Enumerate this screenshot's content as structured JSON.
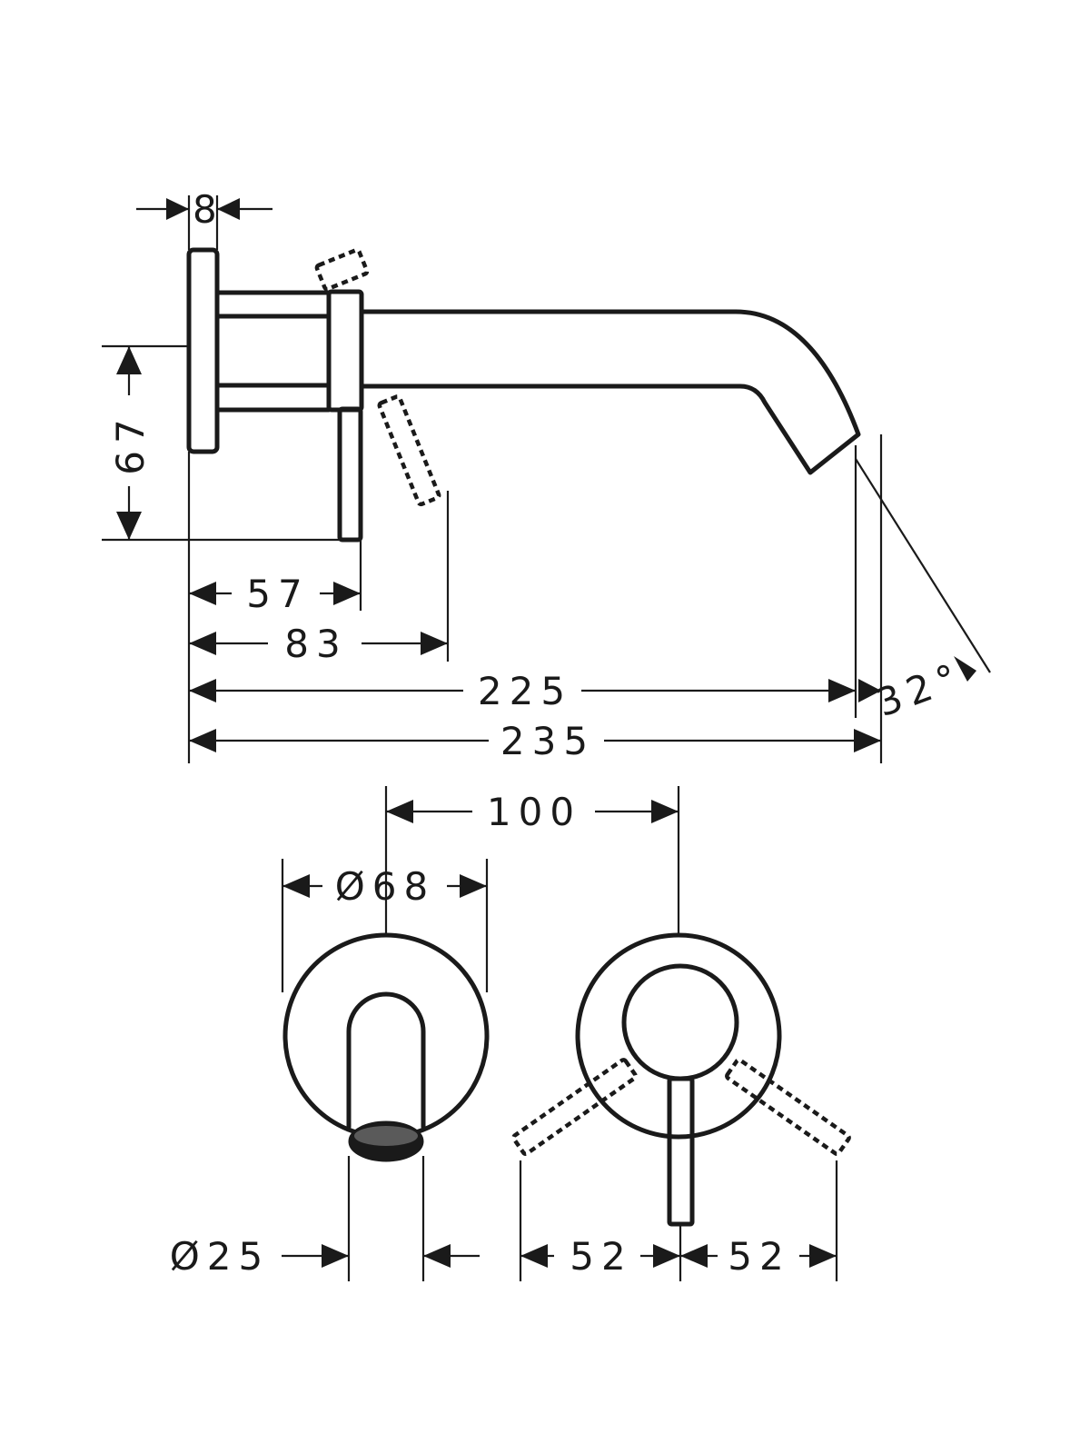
{
  "colors": {
    "line": "#1a1a1a",
    "background": "#ffffff"
  },
  "side_view": {
    "dim_rosette_thickness": "8",
    "dim_height": "67",
    "dim_lever_offset": "57",
    "dim_lever_dashed": "83",
    "dim_spout_reach": "225",
    "dim_total_reach": "235",
    "dim_angle": "32°"
  },
  "front_view": {
    "dim_center_distance": "100",
    "dim_rosette_diameter": "Ø68",
    "dim_spout_diameter": "Ø25",
    "dim_lever_left": "52",
    "dim_lever_right": "52"
  }
}
